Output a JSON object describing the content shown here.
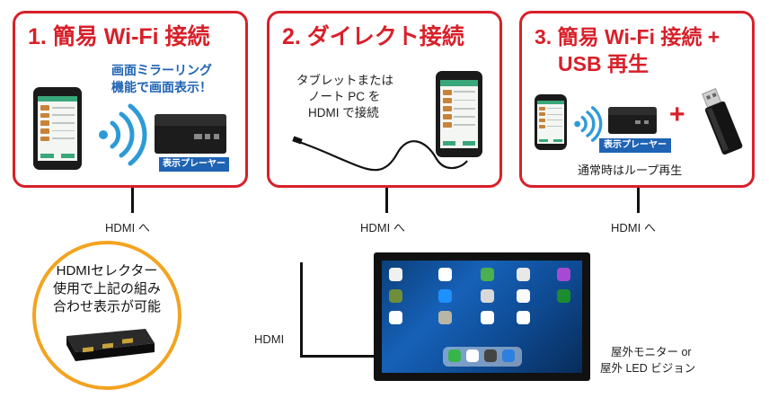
{
  "panel1": {
    "title": "1. 簡易 Wi-Fi 接続",
    "feature_line1": "画面ミラーリング",
    "feature_line2": "機能で画面表示！",
    "player_label": "表示プレーヤー"
  },
  "panel2": {
    "title": "2. ダイレクト接続",
    "desc_line1": "タブレットまたは",
    "desc_line2": "ノート PC を",
    "desc_line3": "HDMI で接続"
  },
  "panel3": {
    "title_line1": "3. 簡易 Wi-Fi 接続 +",
    "title_line2": "USB 再生",
    "player_label": "表示プレーヤー",
    "plus": "+",
    "loop_text": "通常時はループ再生"
  },
  "connectors": {
    "hdmi_to_1": "HDMI へ",
    "hdmi_to_2": "HDMI へ",
    "hdmi_to_3": "HDMI へ",
    "hdmi": "HDMI"
  },
  "selector": {
    "line1": "HDMIセレクター",
    "line2": "使用で上記の組み",
    "line3": "合わせ表示が可能"
  },
  "monitor_caption": {
    "line1": "屋外モニター or",
    "line2": "屋外 LED ビジョン"
  },
  "colors": {
    "red": "#d8202a",
    "blue": "#1f63b4",
    "orange": "#f3a31f"
  }
}
